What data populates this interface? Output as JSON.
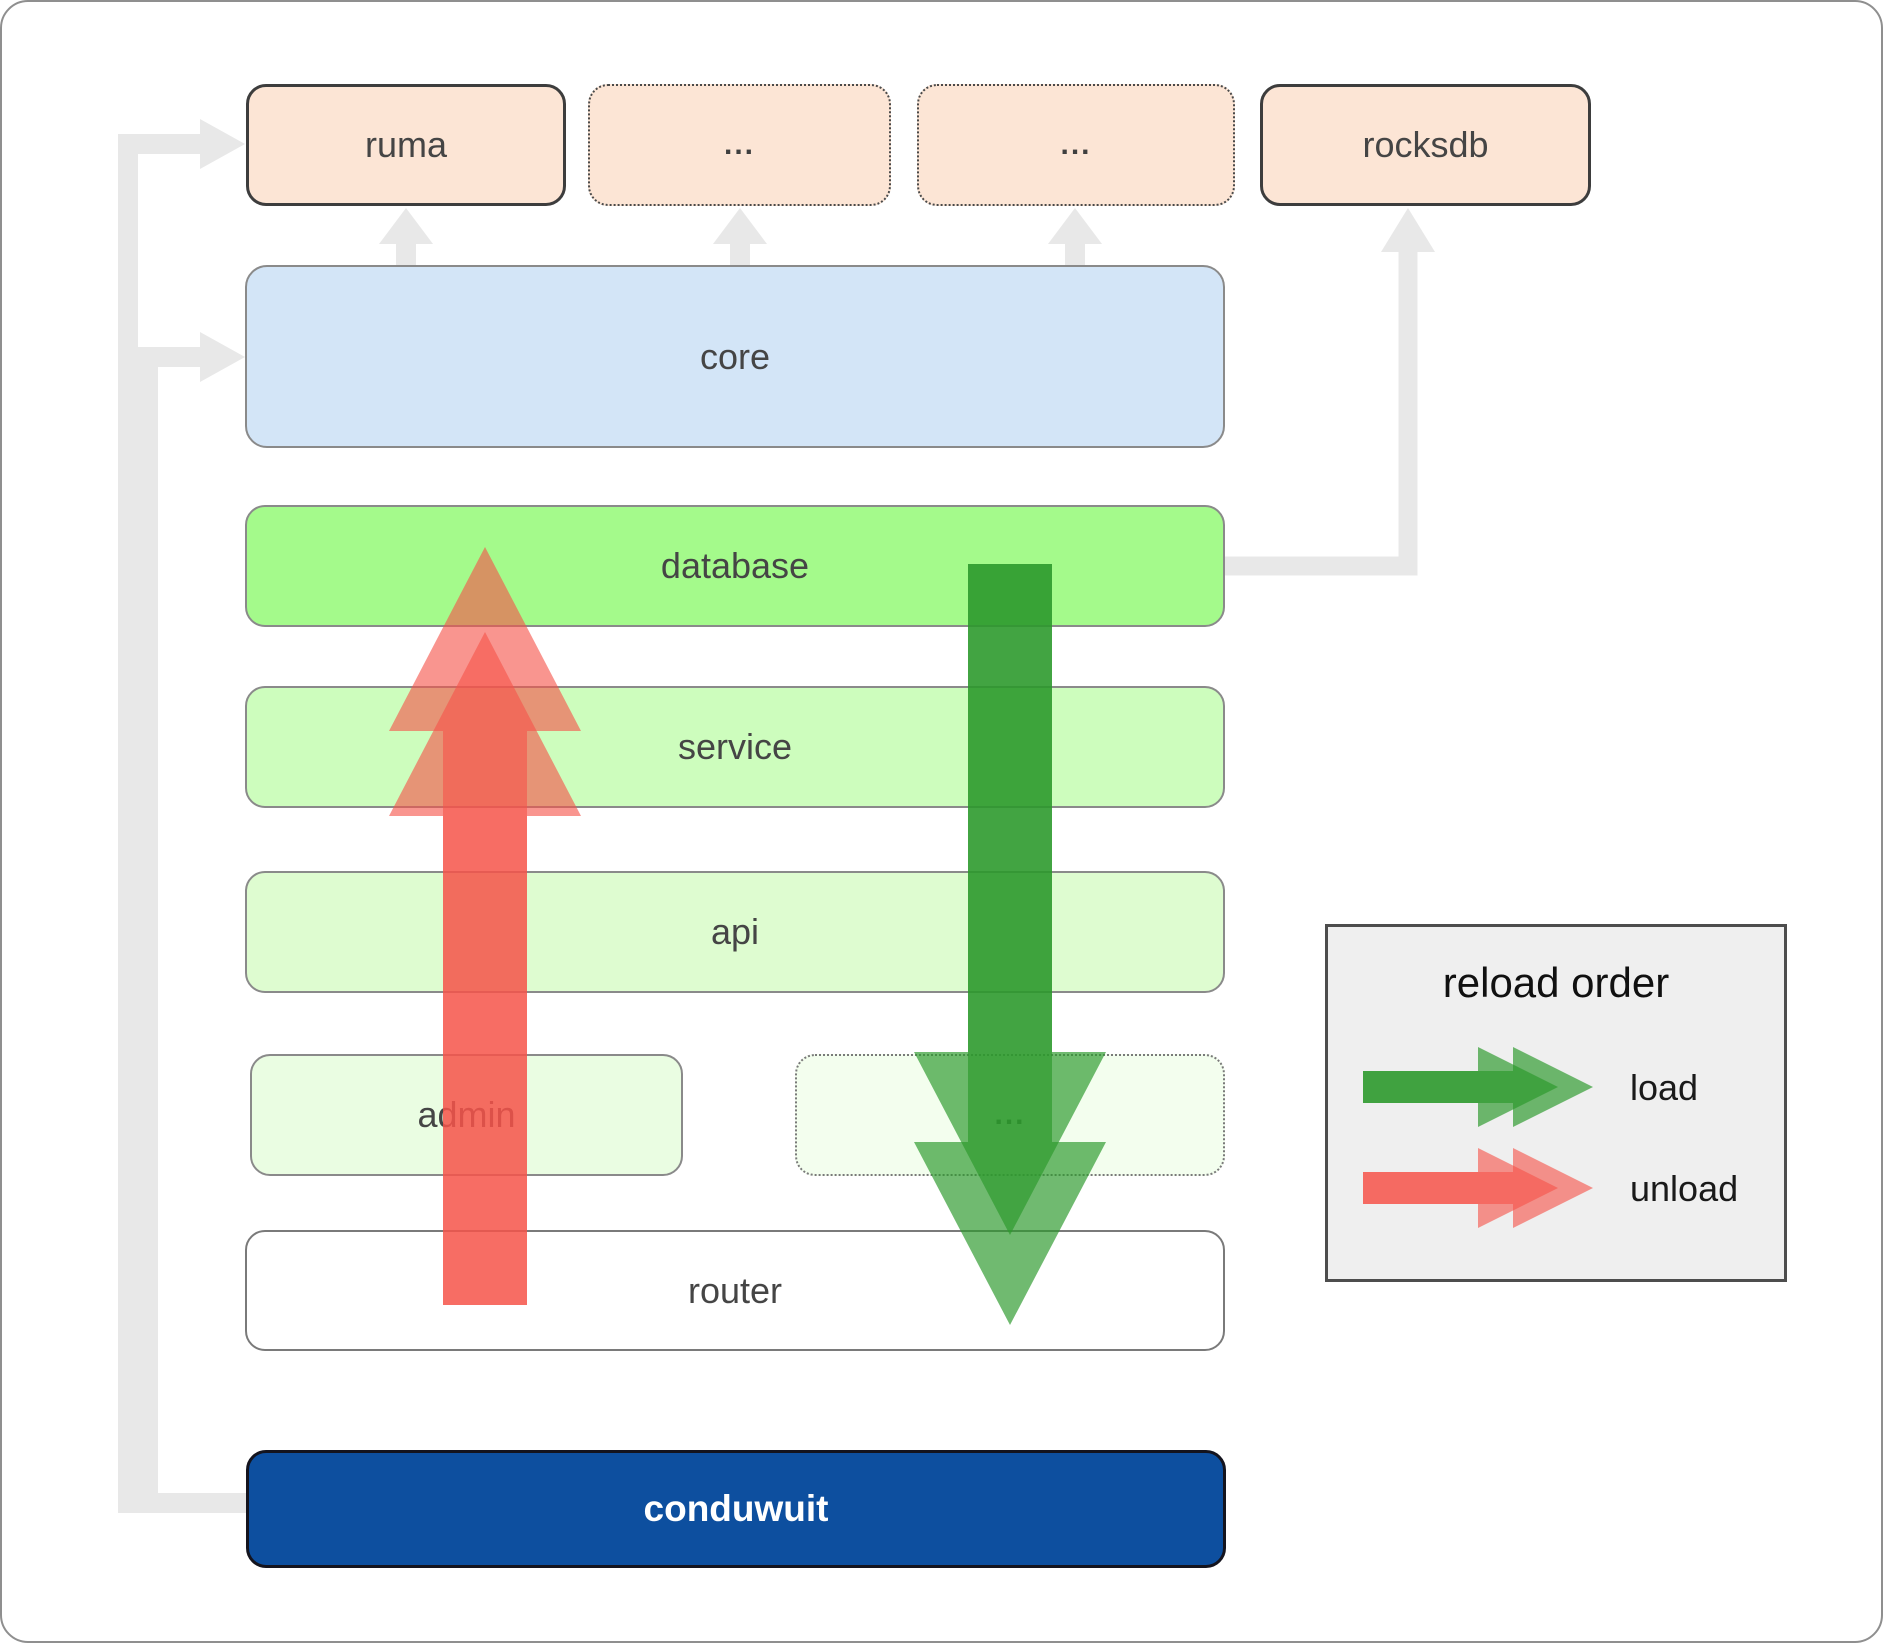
{
  "diagram": {
    "nodes": {
      "ruma": "ruma",
      "ellipsis_top_1": "...",
      "ellipsis_top_2": "...",
      "rocksdb": "rocksdb",
      "core": "core",
      "database": "database",
      "service": "service",
      "api": "api",
      "admin": "admin",
      "ellipsis_admin_row": "...",
      "router": "router",
      "conduwuit": "conduwuit"
    },
    "legend": {
      "title": "reload order",
      "load_label": "load",
      "unload_label": "unload"
    },
    "arrows": {
      "load_icon": "green-down-arrow",
      "unload_icon": "red-up-arrow",
      "dependency_icon": "gray-elbow-arrow"
    }
  },
  "colors": {
    "peach": "#fce5d5",
    "core_blue": "#d3e5f7",
    "database_green": "#a4fa8b",
    "service_green": "#cdfdbd",
    "api_green": "#defcd0",
    "admin_green": "#eafde2",
    "ellipsis_green": "#f3feee",
    "router_white": "#ffffff",
    "conduwuit_blue": "#0d4f9f",
    "connector_gray": "#e8e8e8",
    "load_green": "#2c992c",
    "unload_red": "#f5544a",
    "legend_bg": "#efefef",
    "label_dark": "#454545"
  }
}
